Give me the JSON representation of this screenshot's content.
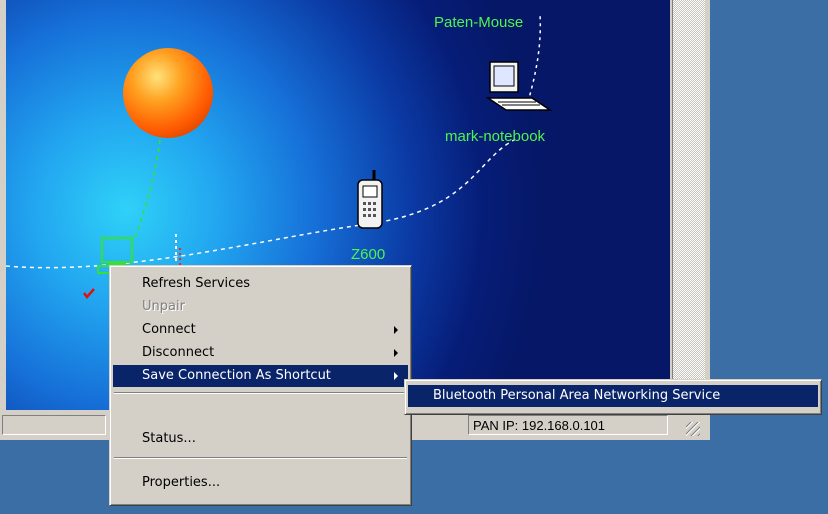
{
  "devices": {
    "paten_mouse": "Paten-Mouse",
    "mark_notebook": "mark-notebook",
    "z600": "Z600"
  },
  "status": {
    "pan_ip": "PAN IP: 192.168.0.101"
  },
  "context_menu": {
    "refresh": "Refresh Services",
    "unpair": "Unpair",
    "connect": "Connect",
    "disconnect": "Disconnect",
    "save_shortcut": "Save Connection As Shortcut",
    "status": "Status...",
    "properties": "Properties..."
  },
  "submenu": {
    "bpan": "Bluetooth Personal Area Networking Service"
  },
  "colors": {
    "desktop": "#3a6ea5",
    "highlight": "#0a246a",
    "device_label": "#4ef54e"
  }
}
